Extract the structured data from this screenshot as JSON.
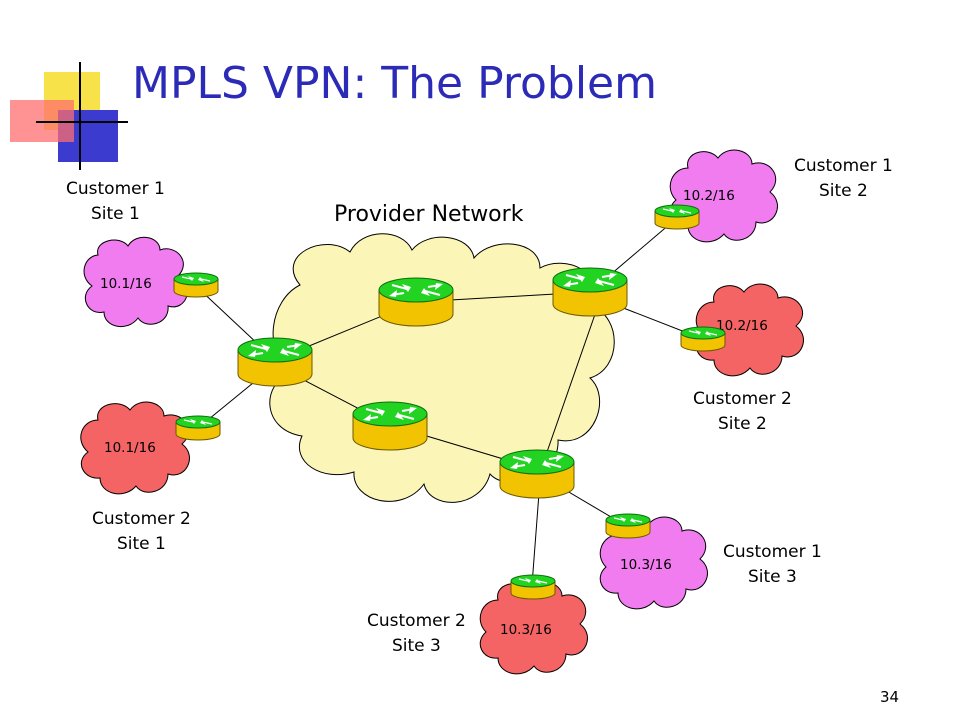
{
  "slide": {
    "title": "MPLS VPN: The Problem",
    "page_number": "34",
    "provider_label": "Provider Network"
  },
  "colors": {
    "title": "#2b2bb8",
    "cloud_fill": "#fbf5b7",
    "customer1_fill": "#f07cf0",
    "customer2_fill": "#f46464",
    "router_top": "#22d322",
    "router_side": "#f2c300"
  },
  "sites": [
    {
      "id": "c1s1",
      "line1": "Customer 1",
      "line2": "Site 1",
      "prefix": "10.1/16",
      "customer": 1
    },
    {
      "id": "c2s1",
      "line1": "Customer 2",
      "line2": "Site 1",
      "prefix": "10.1/16",
      "customer": 2
    },
    {
      "id": "c1s2",
      "line1": "Customer 1",
      "line2": "Site 2",
      "prefix": "10.2/16",
      "customer": 1
    },
    {
      "id": "c2s2",
      "line1": "Customer 2",
      "line2": "Site 2",
      "prefix": "10.2/16",
      "customer": 2
    },
    {
      "id": "c1s3",
      "line1": "Customer 1",
      "line2": "Site 3",
      "prefix": "10.3/16",
      "customer": 1
    },
    {
      "id": "c2s3",
      "line1": "Customer 2",
      "line2": "Site 3",
      "prefix": "10.3/16",
      "customer": 2
    }
  ]
}
